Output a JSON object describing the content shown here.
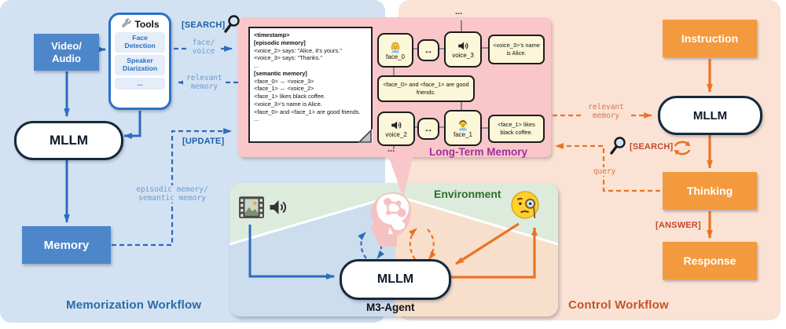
{
  "memorization": {
    "title": "Memorization Workflow",
    "video_audio_lines": [
      "Video/",
      "Audio"
    ],
    "tools": {
      "title": "Tools",
      "items": [
        "Face Detection",
        "Speaker Diarization",
        "..."
      ]
    },
    "mllm_label": "MLLM",
    "memory_label": "Memory",
    "search_tag": "[SEARCH]",
    "update_tag": "[UPDATE]",
    "face_voice_lines": [
      "face/",
      "voice"
    ],
    "relevant_memory_lines": [
      "relevant",
      "memory"
    ],
    "episodic_semantic_lines": [
      "episodic memory/",
      "semantic memory"
    ]
  },
  "long_term_memory": {
    "title": "Long-Term Memory",
    "note": {
      "timestamp": "<timestamp>",
      "episodic_header": "[episodic memory]",
      "episodic_lines": [
        "<voice_2> says: \"Alice, it's yours.\"",
        "<voice_3> says: \"Thanks.\"",
        "..."
      ],
      "semantic_header": "[semantic memory]",
      "semantic_lines": [
        "<face_0> ↔ <voice_3>",
        "<face_1> ↔ <voice_2>",
        "<face_1> likes black coffee.",
        "<voice_3>'s name is Alice.",
        "<face_0> and <face_1> are good friends.",
        "..."
      ]
    },
    "graph": {
      "face0_label": "face_0",
      "voice3_label": "voice_3",
      "voice2_label": "voice_2",
      "face1_label": "face_1",
      "link_symbol": "↔",
      "fact_voice3": "<voice_3>'s name is Alice.",
      "fact_friends": "<face_0> and <face_1> are good friends.",
      "fact_face1": "<face_1> likes black coffee.",
      "ellipsis_top": "...",
      "ellipsis_bottom": "..."
    }
  },
  "agent": {
    "environment_label": "Environment",
    "mllm_label": "MLLM",
    "caption": "M3-Agent"
  },
  "control": {
    "title": "Control Workflow",
    "instruction_label": "Instruction",
    "mllm_label": "MLLM",
    "thinking_label": "Thinking",
    "response_label": "Response",
    "relevant_memory_lines": [
      "relevant",
      "memory"
    ],
    "query_label": "query",
    "search_tag": "[SEARCH]",
    "answer_tag": "[ANSWER]"
  },
  "colors": {
    "bg_left": "#d3e2f2",
    "bg_right": "#fae3d5",
    "ltm_pink": "#f9c6ca",
    "env_green": "#dcebdc",
    "env_blue": "#ccdded",
    "env_orange": "#f8dfcc",
    "box_blue": "#4e86ca",
    "box_orange": "#f49a3e",
    "accent_blue": "#2b6cbd",
    "accent_orange": "#e87426",
    "title_blue": "#2c6ba8",
    "title_orange": "#c4532a",
    "ltm_purple": "#a0309c",
    "node_cream": "#fbf7d8"
  }
}
